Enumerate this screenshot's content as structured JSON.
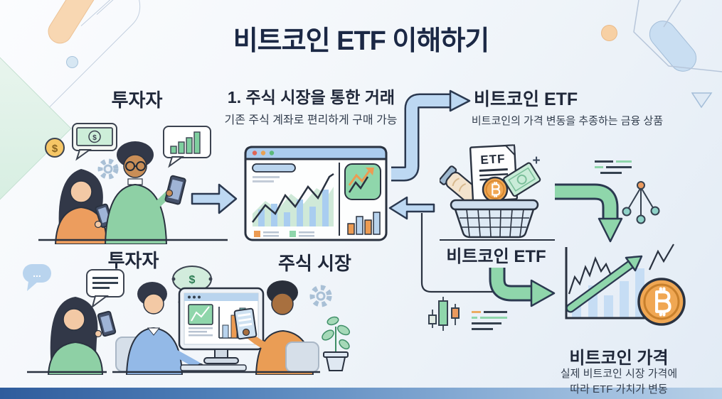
{
  "title": "비트코인 ETF 이해하기",
  "sections": {
    "investors_top": {
      "label": "투자자"
    },
    "investors_bottom": {
      "label": "투자자"
    },
    "trade": {
      "heading": "1. 주식 시장을 통한 거래",
      "subtitle": "기존 주식 계좌로 편리하게 구매 가능"
    },
    "stock_market": {
      "label": "주식 시장"
    },
    "etf": {
      "heading": "비트코인 ETF",
      "subtitle": "비트코인의 가격 변동을 추종하는 금융 상품",
      "basket_label": "비트코인 ETF",
      "document_title": "ETF",
      "plus": "+"
    },
    "price": {
      "heading": "비트코인 가격",
      "subtitle_line1": "실제 비트코인 시장 가격에",
      "subtitle_line2": "따라 ETF 가치가 변동"
    }
  },
  "symbols": {
    "bitcoin": "₿",
    "dollar": "$",
    "ellipsis": "..."
  },
  "colors": {
    "title_navy": "#1b2845",
    "outline_dark": "#2a3240",
    "arrow_blue": "#bdd8f2",
    "arrow_green": "#8fd6ab",
    "bitcoin_orange": "#f0a753",
    "bar_blue": "#c6ddf4",
    "accent_orange": "#ec9b52",
    "footer_blue": "#3f6eae"
  }
}
